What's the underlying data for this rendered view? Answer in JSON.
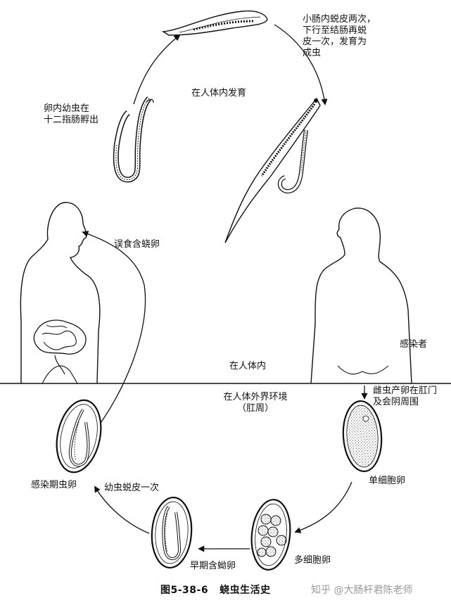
{
  "labels": {
    "top_right": "小肠内蜕皮两次，\n下行至结肠再蜕\n皮一次，发育为\n成虫",
    "in_body_develop": "在人体内发育",
    "hatch": "卵内幼虫在\n十二指肠孵出",
    "swallow": "误食含蛲卵",
    "infected_person": "感染者",
    "in_body": "在人体内",
    "outside": "在人体外界环境\n（肛周）",
    "lay_eggs": "雌虫产卵在肛门\n及会阴周围",
    "single_cell": "单细胞卵",
    "multi_cell": "多细胞卵",
    "early_egg": "早期含蚴卵",
    "larva_molt": "幼虫蜕皮一次",
    "infective_egg": "感染期虫卵"
  },
  "caption": {
    "figure_no": "图5-38-6",
    "title": "蛲虫生活史"
  },
  "watermark": "知乎 @大肠杆君陈老师"
}
